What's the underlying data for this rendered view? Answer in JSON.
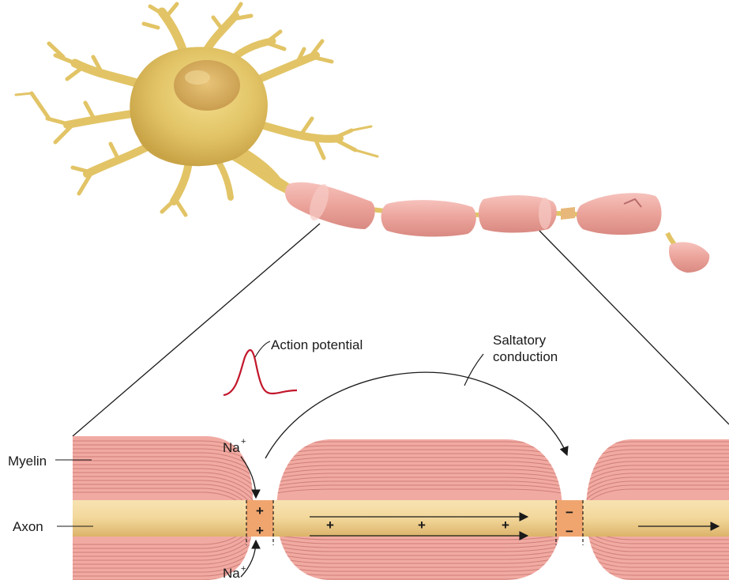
{
  "labels": {
    "myelin": "Myelin",
    "axon": "Axon",
    "action_potential": "Action potential",
    "saltatory_line1": "Saltatory",
    "saltatory_line2": "conduction",
    "ion": "Na",
    "ion_charge": "+"
  },
  "node_signs": {
    "first_node": [
      "+",
      "+"
    ],
    "second_node": [
      "−",
      "−"
    ],
    "internode_current": [
      "+",
      "+",
      "+"
    ]
  },
  "colors": {
    "neuron_body": "#e2c466",
    "myelin_fill": "#f1aaa2",
    "myelin_lines": "#cf7f78",
    "axon_core": "#f2d79a",
    "node_fill": "#f0a56e",
    "action_potential_trace": "#c2172b",
    "ink": "#1a1a1a"
  }
}
